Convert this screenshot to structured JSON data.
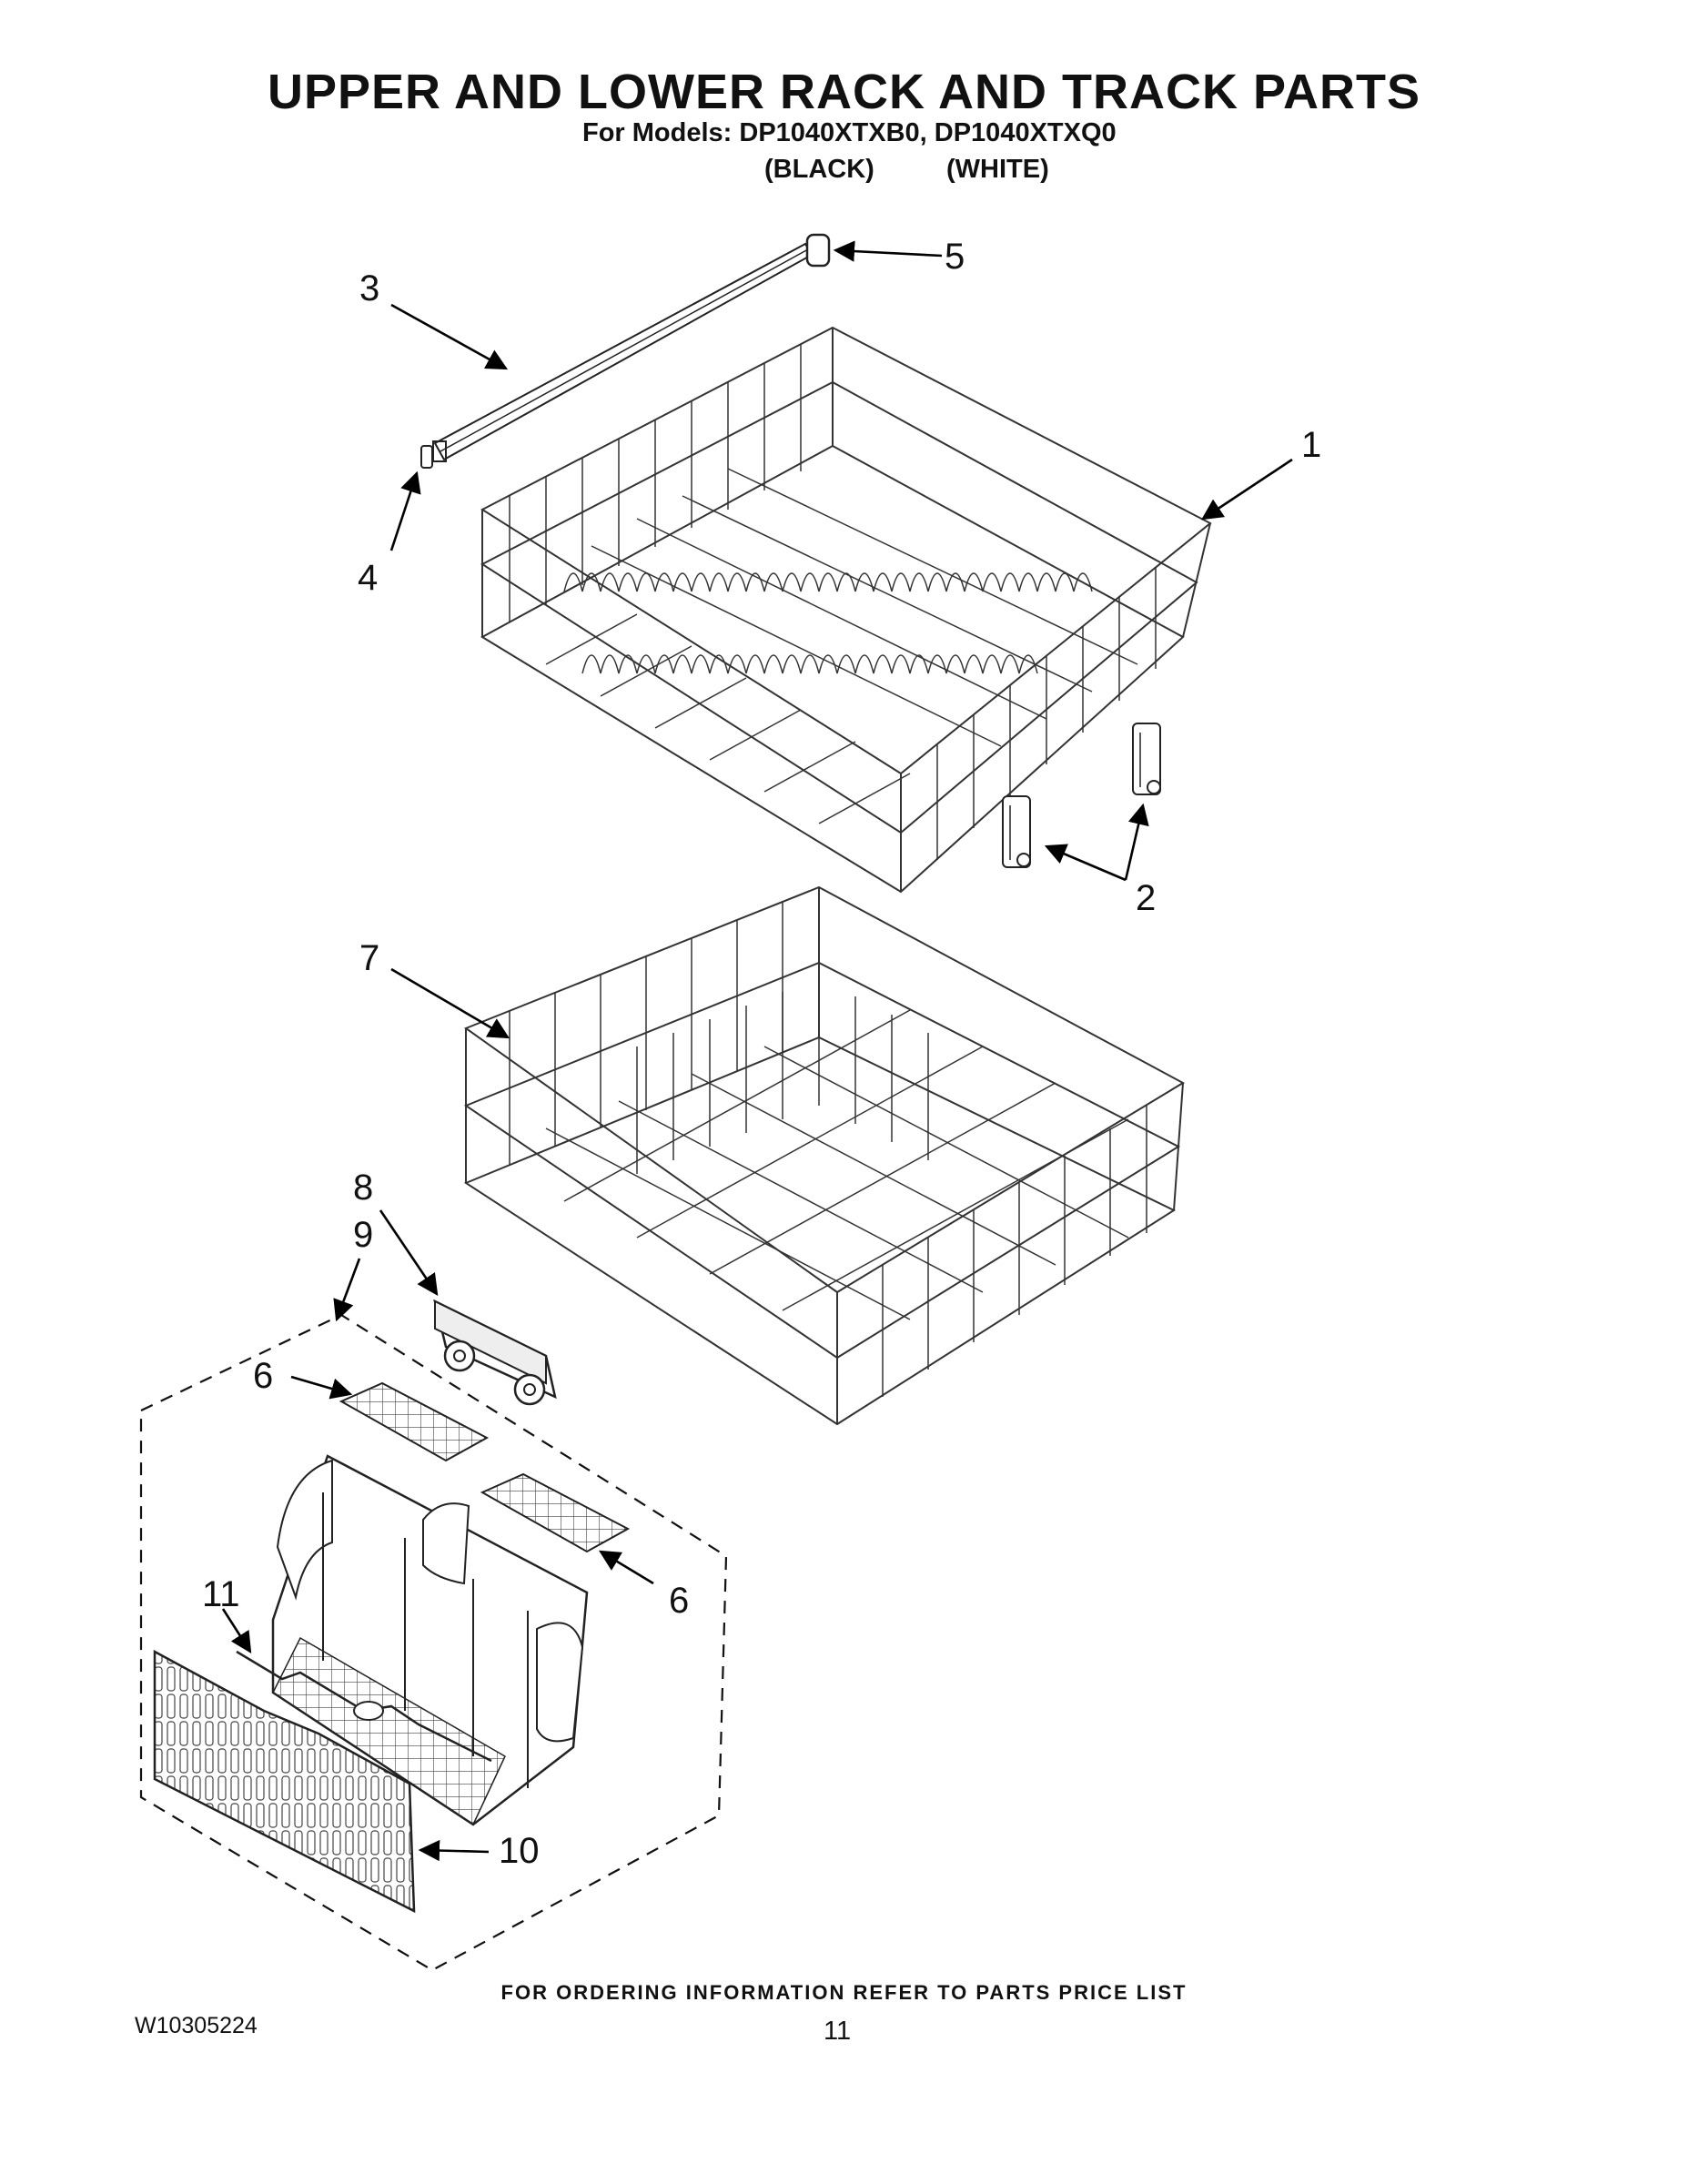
{
  "header": {
    "title": "UPPER  AND LOWER RACK AND TRACK PARTS",
    "models_line": "For Models: DP1040XTXB0, DP1040XTXQ0",
    "color_black": "(BLACK)",
    "color_white": "(WHITE)"
  },
  "callouts": {
    "c1": "1",
    "c2": "2",
    "c3": "3",
    "c4": "4",
    "c5": "5",
    "c6a": "6",
    "c6b": "6",
    "c7": "7",
    "c8": "8",
    "c9": "9",
    "c10": "10",
    "c11": "11"
  },
  "footer": {
    "ordering_note": "FOR ORDERING INFORMATION REFER TO PARTS PRICE LIST",
    "doc_number": "W10305224",
    "page_number": "11"
  }
}
